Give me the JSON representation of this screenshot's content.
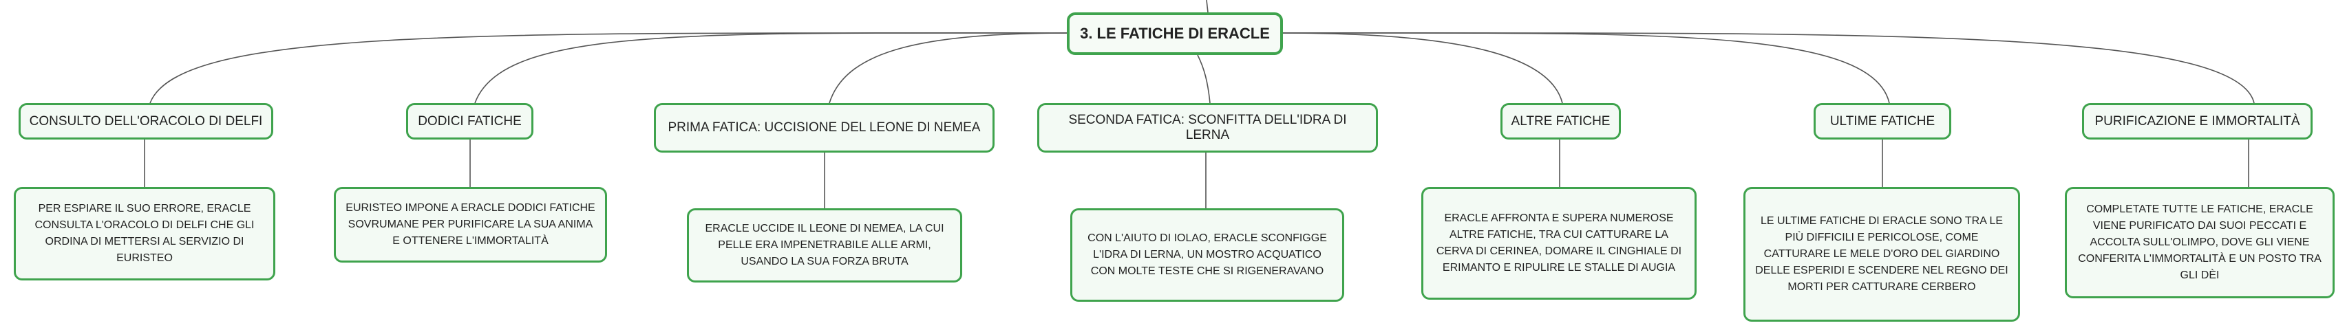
{
  "root": {
    "title": "3. LE FATICHE DI ERACLE"
  },
  "branches": [
    {
      "title": "CONSULTO DELL'ORACOLO DI DELFI",
      "detail": "PER ESPIARE IL SUO ERRORE, ERACLE CONSULTA L'ORACOLO DI DELFI CHE GLI ORDINA DI METTERSI AL SERVIZIO DI EURISTEO"
    },
    {
      "title": "DODICI FATICHE",
      "detail": "EURISTEO IMPONE A ERACLE DODICI FATICHE SOVRUMANE PER PURIFICARE LA SUA ANIMA E OTTENERE L'IMMORTALITÀ"
    },
    {
      "title": "PRIMA FATICA: UCCISIONE DEL LEONE DI NEMEA",
      "detail": "ERACLE UCCIDE IL LEONE DI NEMEA, LA CUI PELLE ERA IMPENETRABILE ALLE ARMI, USANDO LA SUA FORZA BRUTA"
    },
    {
      "title": "SECONDA FATICA: SCONFITTA DELL'IDRA DI LERNA",
      "detail": "CON L'AIUTO DI IOLAO, ERACLE SCONFIGGE L'IDRA DI LERNA, UN MOSTRO ACQUATICO CON MOLTE TESTE CHE SI RIGENERAVANO"
    },
    {
      "title": "ALTRE FATICHE",
      "detail": "ERACLE AFFRONTA E SUPERA NUMEROSE ALTRE FATICHE, TRA CUI CATTURARE LA CERVA DI CERINEA, DOMARE IL CINGHIALE DI ERIMANTO E RIPULIRE LE STALLE DI AUGIA"
    },
    {
      "title": "ULTIME FATICHE",
      "detail": "LE ULTIME FATICHE DI ERACLE SONO TRA LE PIÙ DIFFICILI E PERICOLOSE, COME CATTURARE LE MELE D'ORO DEL GIARDINO DELLE ESPERIDI E SCENDERE NEL REGNO DEI MORTI PER CATTURARE CERBERO"
    },
    {
      "title": "PURIFICAZIONE E IMMORTALITÀ",
      "detail": "COMPLETATE TUTTE LE FATICHE, ERACLE VIENE PURIFICATO DAI SUOI PECCATI E ACCOLTA SULL'OLIMPO, DOVE GLI VIENE CONFERITA L'IMMORTALITÀ E UN POSTO TRA GLI DÈI"
    }
  ]
}
